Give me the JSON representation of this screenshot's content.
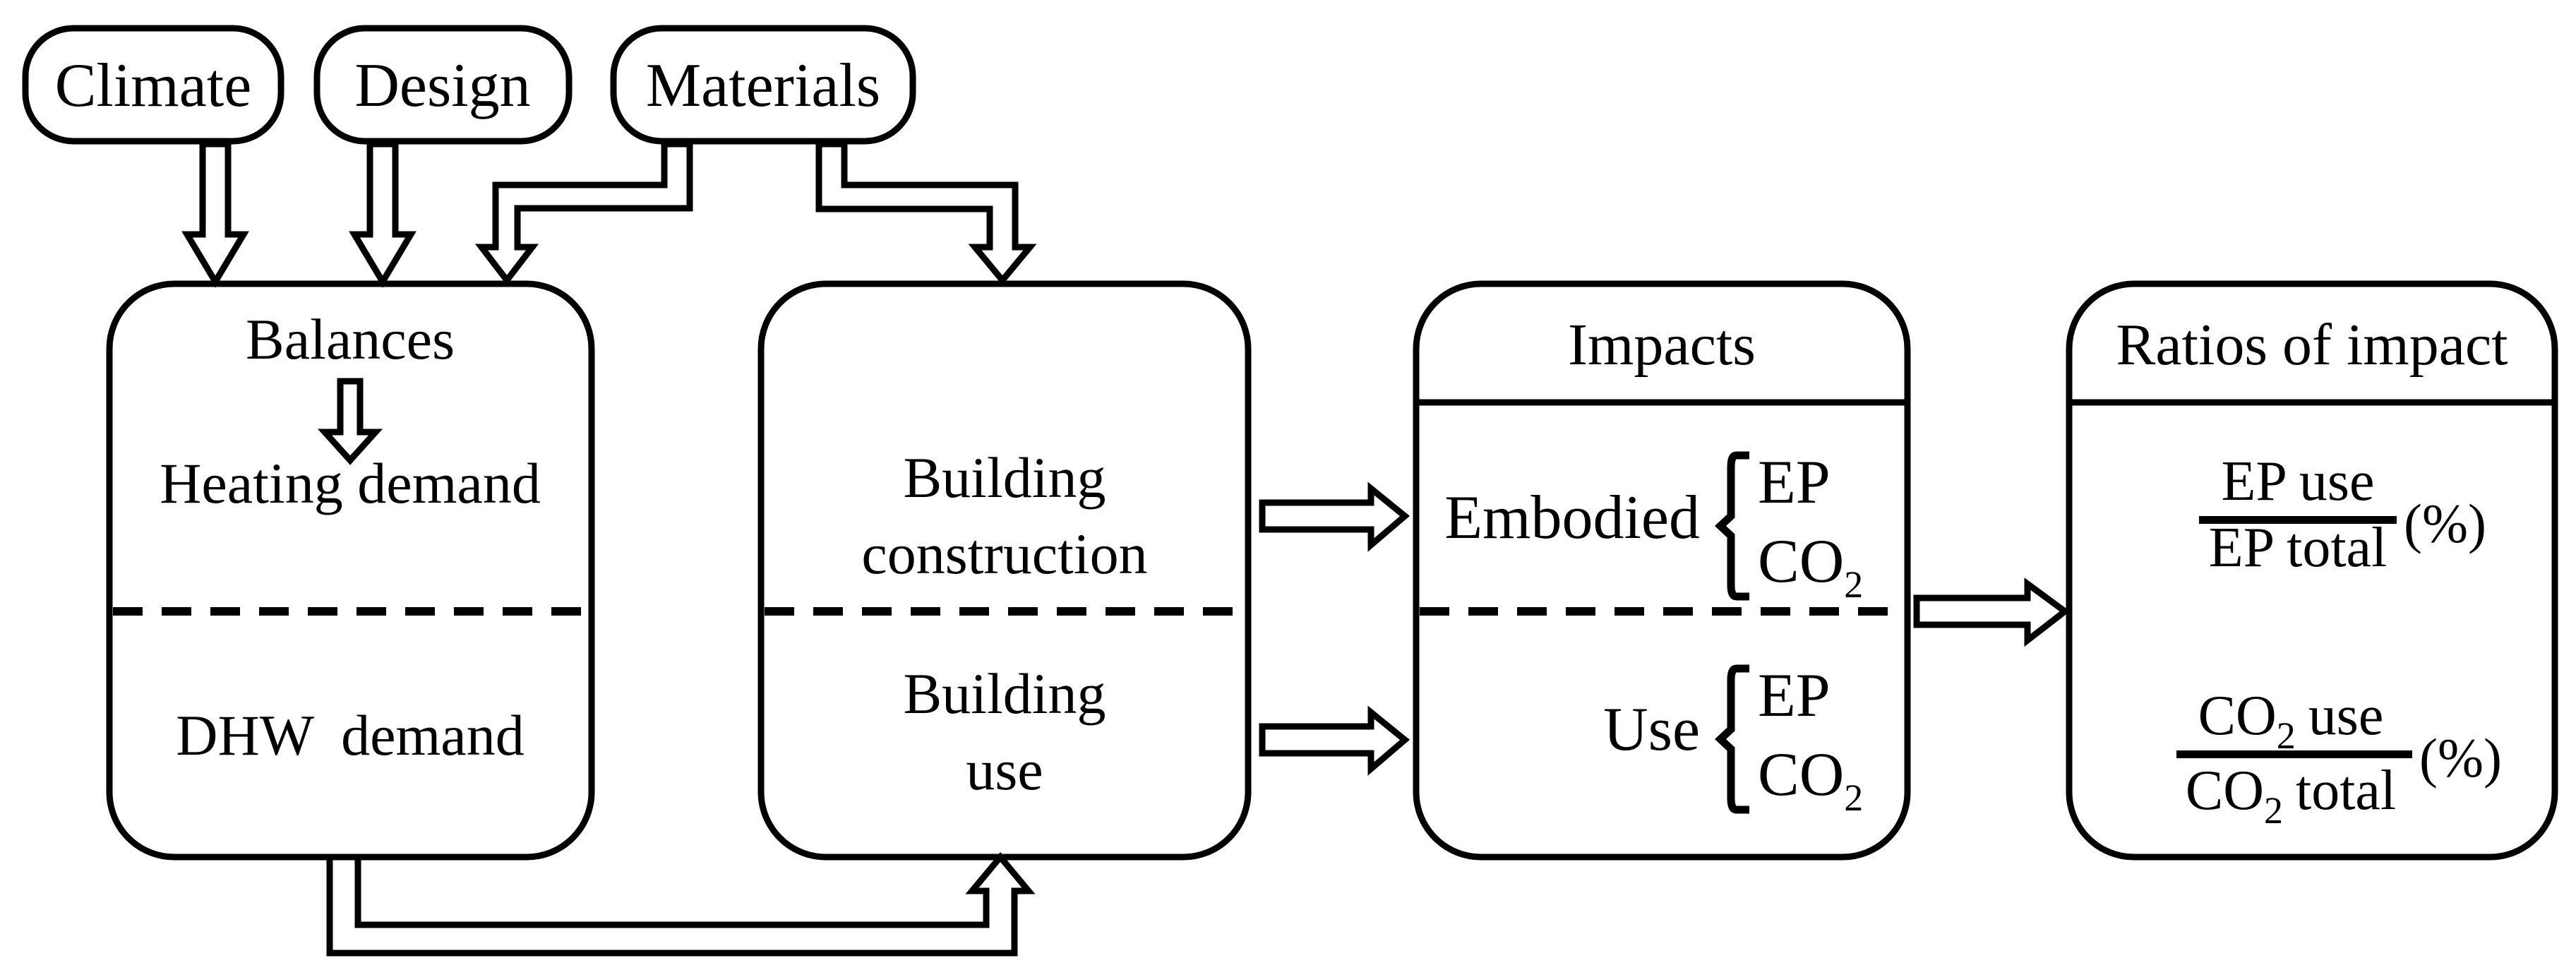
{
  "figure": {
    "inputs": [
      {
        "label": "Climate"
      },
      {
        "label": "Design"
      },
      {
        "label": "Materials"
      }
    ],
    "balances_box": {
      "title": "Balances",
      "heating": "Heating demand",
      "dhw_word1": "DHW",
      "dhw_word2": "demand"
    },
    "building_box": {
      "construction": [
        "Building",
        "construction"
      ],
      "use": [
        "Building",
        "use"
      ]
    },
    "impacts_box": {
      "title": "Impacts",
      "embodied_label": "Embodied",
      "use_label": "Use",
      "ep": "EP",
      "co": "CO",
      "co_sub": "2"
    },
    "ratios_box": {
      "title": "Ratios of impact",
      "ep_num": "EP use",
      "ep_den": "EP total",
      "co": "CO",
      "co_sub": "2",
      "use_word": "use",
      "total_word": "total",
      "percent": "(%)"
    }
  },
  "colors": {
    "ink": "#000000",
    "paper": "#ffffff"
  }
}
